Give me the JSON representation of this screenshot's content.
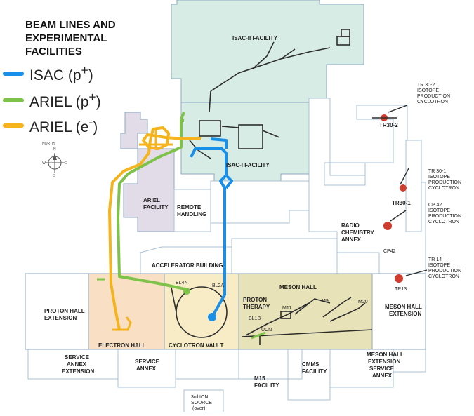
{
  "legend": {
    "title_lines": [
      "BEAM LINES AND",
      "EXPERIMENTAL",
      "FACILITIES"
    ],
    "items": [
      {
        "label": "ISAC (p",
        "sup": "+",
        "tail": ")",
        "color": "#1a8fe8"
      },
      {
        "label": "ARIEL (p",
        "sup": "+",
        "tail": ")",
        "color": "#7fc24a"
      },
      {
        "label": "ARIEL (e",
        "sup": "-",
        "tail": ")",
        "color": "#f5b41e"
      }
    ]
  },
  "compass": {
    "north": "NORTH",
    "label_n": "N",
    "label_s": "S",
    "label_e": "E",
    "label_w": "W"
  },
  "buildings": {
    "isac2": "ISAC-II FACILITY",
    "isac1": "ISAC-I FACILITY",
    "ariel": [
      "ARIEL",
      "FACILITY"
    ],
    "remote": [
      "REMOTE",
      "HANDLING"
    ],
    "accelerator": "ACCELERATOR BUILDING",
    "meson_hall": "MESON HALL",
    "meson_ext": [
      "MESON HALL",
      "EXTENSION"
    ],
    "proton_ext": [
      "PROTON HALL",
      "EXTENSION"
    ],
    "electron_hall": "ELECTRON HALL",
    "cyclotron_vault": "CYCLOTRON VAULT",
    "proton_therapy": [
      "PROTON",
      "THERAPY"
    ],
    "service_annex_ext": [
      "SERVICE",
      "ANNEX",
      "EXTENSION"
    ],
    "service_annex": [
      "SERVICE",
      "ANNEX"
    ],
    "m15": [
      "M15",
      "FACILITY"
    ],
    "cmms": [
      "CMMS",
      "FACILITY"
    ],
    "meson_ext_service": [
      "MESON HALL",
      "EXTENSION",
      "SERVICE",
      "ANNEX"
    ],
    "ion_source": [
      "3rd ION",
      "SOURCE",
      "(over)"
    ],
    "radio_chem": [
      "RADIO",
      "CHEMISTRY",
      "ANNEX"
    ]
  },
  "beamlines": {
    "bl4n": "BL4N",
    "bl2a": "BL2A",
    "bl1b": "BL1B",
    "m11": "M11",
    "m9": "M9",
    "m20": "M20",
    "ucn": "UCN"
  },
  "cyclotrons": {
    "tr302_callout": [
      "TR 30-2",
      "ISOTOPE",
      "PRODUCTION",
      "CYCLOTRON"
    ],
    "tr302": "TR30-2",
    "tr301_callout": [
      "TR 30-1",
      "ISOTOPE",
      "PRODUCTION",
      "CYCLOTRON"
    ],
    "tr301": "TR30-1",
    "cp42_callout": [
      "CP 42",
      "ISOTOPE",
      "PRODUCTION",
      "CYCLOTRON"
    ],
    "cp42": "CP42",
    "tr14_callout": [
      "TR 14",
      "ISOTOPE",
      "PRODUCTION",
      "CYCLOTRON"
    ],
    "tr13": "TR13"
  }
}
